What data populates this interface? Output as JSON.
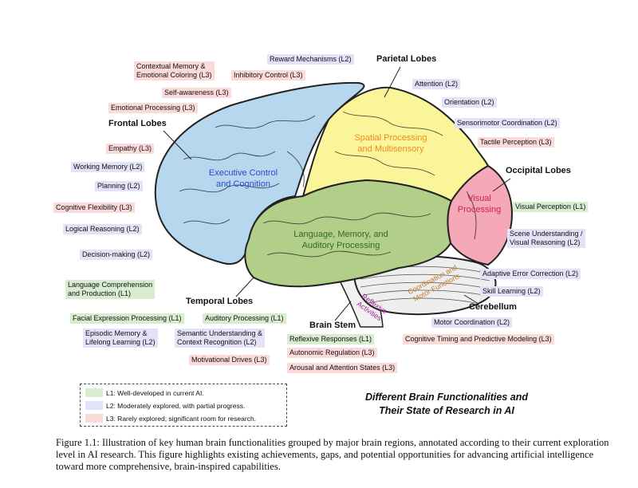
{
  "regions": {
    "frontal": "Frontal Lobes",
    "parietal": "Parietal Lobes",
    "occipital": "Occipital Lobes",
    "temporal": "Temporal Lobes",
    "cerebellum": "Cerebellum",
    "brain_stem": "Brain Stem"
  },
  "inner": {
    "executive_1": "Executive Control",
    "executive_2": "and Cognition",
    "spatial_1": "Spatial Processing",
    "spatial_2": "and Multisensory",
    "visual_1": "Visual",
    "visual_2": "Processing",
    "language_1": "Language, Memory, and",
    "language_2": "Auditory Processing",
    "coordination_1": "Coordination and",
    "coordination_2": "Motor Functions",
    "reflexive_1": "Reflexive",
    "reflexive_2": "Activities"
  },
  "labels": {
    "contextual_memory_1": "Contextual Memory &",
    "contextual_memory_2": "Emotional Coloring (L3)",
    "reward": "Reward Mechanisms (L2)",
    "inhibitory": "Inhibitory Control (L3)",
    "self_awareness": "Self-awareness (L3)",
    "emotional_processing": "Emotional Processing (L3)",
    "empathy": "Empathy (L3)",
    "working_memory": "Working Memory (L2)",
    "planning": "Planning (L2)",
    "cognitive_flexibility": "Cognitive Flexibility (L3)",
    "logical_reasoning": "Logical Reasoning (L2)",
    "decision_making": "Decision-making (L2)",
    "language_comp_1": "Language Comprehension",
    "language_comp_2": "and Production (L1)",
    "facial_expression": "Facial Expression Processing (L1)",
    "auditory": "Auditory Processing (L1)",
    "episodic_1": "Episodic Memory &",
    "episodic_2": "Lifelong Learning (L2)",
    "semantic_1": "Semantic Understanding &",
    "semantic_2": "Context Recognition (L2)",
    "motivational": "Motivational Drives (L3)",
    "attention": "Attention (L2)",
    "orientation": "Orientation (L2)",
    "sensorimotor": "Sensorimotor Coordination (L2)",
    "tactile": "Tactile Perception (L3)",
    "visual_perception": "Visual Perception (L1)",
    "scene_1": "Scene Understanding /",
    "scene_2": "Visual Reasoning (L2)",
    "adaptive_error": "Adaptive Error Correction (L2)",
    "skill_learning": "Skill Learning (L2)",
    "motor_coordination": "Motor Coordination (L2)",
    "cognitive_timing": "Cognitive Timing and Predictive Modeling (L3)",
    "reflexive_responses": "Reflexive Responses (L1)",
    "autonomic": "Autonomic Regulation (L3)",
    "arousal": "Arousal and Attention States (L3)"
  },
  "legend": {
    "l1": "L1: Well-developed in current AI.",
    "l2": "L2: Moderately explored, with partial progress.",
    "l3": "L3: Rarely explored; significant room for research."
  },
  "title_lines": {
    "line1": "Different Brain Functionalities and",
    "line2": "Their State of Research in AI"
  },
  "caption": "Figure 1.1: Illustration of key human brain functionalities grouped by major brain regions, annotated according to their current exploration level in AI research. This figure highlights existing achievements, gaps, and potential opportunities for advancing artificial intelligence toward more comprehensive, brain-inspired capabilities.",
  "colors": {
    "frontal": "#b7d7ee",
    "parietal": "#fbf59a",
    "occipital": "#f4a8b8",
    "temporal": "#b2cf8a",
    "cerebellum": "#e8e8e8",
    "executive_text": "#2a4bd0",
    "spatial_text": "#f08c1e",
    "visual_text": "#d0204a",
    "language_text": "#2f6b25",
    "coordination_text": "#c47a2a",
    "reflexive_text": "#a020a0",
    "l1": "#d8ecd0",
    "l2": "#e4e2f8",
    "l3": "#fbdada"
  }
}
